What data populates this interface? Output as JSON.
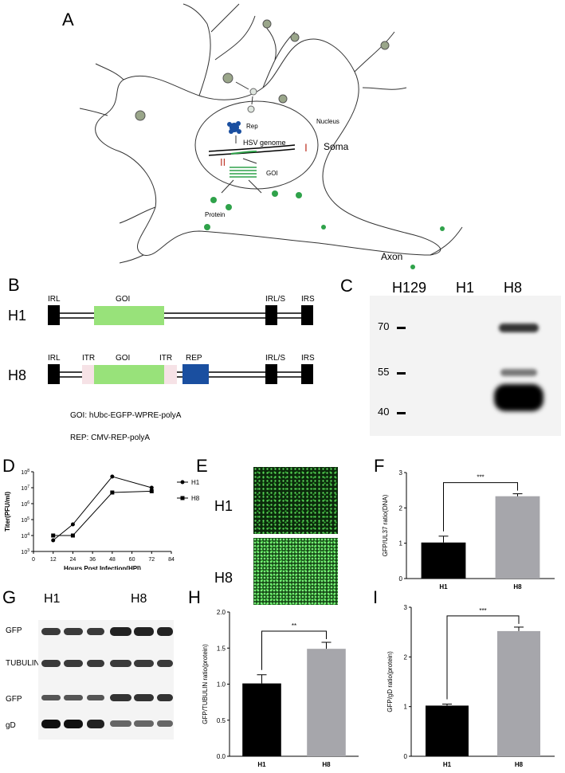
{
  "panels": {
    "A": {
      "letter": "A",
      "labels": {
        "rep": "Rep",
        "hsv_genome": "HSV genome",
        "nucleus": "Nucleus",
        "soma": "Soma",
        "goi": "GOI",
        "protein": "Protein",
        "axon": "Axon",
        "roman_one": "I",
        "roman_two": "II"
      }
    },
    "B": {
      "letter": "B",
      "constructs": [
        {
          "name": "H1",
          "labels": {
            "irl": "IRL",
            "goi": "GOI",
            "irls": "IRL/S",
            "irs": "IRS"
          }
        },
        {
          "name": "H8",
          "labels": {
            "irl": "IRL",
            "itr1": "ITR",
            "goi": "GOI",
            "itr2": "ITR",
            "rep": "REP",
            "irls": "IRL/S",
            "irs": "IRS"
          }
        }
      ],
      "legend": {
        "goi": "GOI:  hUbc-EGFP-WPRE-polyA",
        "rep": "REP: CMV-REP-polyA"
      },
      "colors": {
        "goi": "#98e27a",
        "rep": "#1a4fa0",
        "itr": "#f6e2e6",
        "block": "#000000"
      }
    },
    "C": {
      "letter": "C",
      "lanes": [
        "H129",
        "H1",
        "H8"
      ],
      "markers": [
        "70",
        "55",
        "40"
      ]
    },
    "D": {
      "letter": "D"
    },
    "E": {
      "letter": "E",
      "rows": [
        "H1",
        "H8"
      ]
    },
    "F": {
      "letter": "F"
    },
    "G": {
      "letter": "G",
      "groups": [
        "H1",
        "H8"
      ],
      "rows": [
        "GFP",
        "TUBULIN",
        "GFP",
        "gD"
      ]
    },
    "H": {
      "letter": "H"
    },
    "I": {
      "letter": "I"
    }
  },
  "chart_data": [
    {
      "id": "D",
      "type": "line",
      "xlabel": "Hours Post Infection(HPI)",
      "ylabel": "Titer(PFU/ml)",
      "x": [
        12,
        24,
        48,
        72
      ],
      "xticks": [
        "0",
        "12",
        "24",
        "36",
        "48",
        "60",
        "72",
        "84"
      ],
      "yticks": [
        "10^3",
        "10^4",
        "10^5",
        "10^6",
        "10^7",
        "10^8"
      ],
      "xlim": [
        0,
        84
      ],
      "ylim_log10": [
        3,
        8
      ],
      "log_scale": true,
      "series": [
        {
          "name": "H1",
          "marker": "circle",
          "values": [
            5000,
            50000,
            50000000,
            10000000
          ]
        },
        {
          "name": "H8",
          "marker": "square",
          "values": [
            10000,
            10000,
            5000000,
            6000000
          ]
        }
      ],
      "legend": "right"
    },
    {
      "id": "F",
      "type": "bar",
      "ylabel": "GFP/UL37 ratio(DNA)",
      "categories": [
        "H1",
        "H8"
      ],
      "values": [
        1.02,
        2.33
      ],
      "errors": [
        0.18,
        0.07
      ],
      "yticks": [
        "0",
        "1",
        "2",
        "3"
      ],
      "ylim": [
        0,
        3
      ],
      "significance": "***",
      "colors": [
        "#000000",
        "#a6a6ab"
      ]
    },
    {
      "id": "H",
      "type": "bar",
      "ylabel": "GFP/TUBULIN ratio(protein)",
      "categories": [
        "H1",
        "H8"
      ],
      "values": [
        1.01,
        1.49
      ],
      "errors": [
        0.12,
        0.09
      ],
      "yticks": [
        "0.0",
        "0.5",
        "1.0",
        "1.5",
        "2.0"
      ],
      "ylim": [
        0,
        2
      ],
      "significance": "**",
      "colors": [
        "#000000",
        "#a6a6ab"
      ]
    },
    {
      "id": "I",
      "type": "bar",
      "ylabel": "GFP/gD ratio(protein)",
      "categories": [
        "H1",
        "H8"
      ],
      "values": [
        1.02,
        2.52
      ],
      "errors": [
        0.03,
        0.08
      ],
      "yticks": [
        "0",
        "1",
        "2",
        "3"
      ],
      "ylim": [
        0,
        3
      ],
      "significance": "***",
      "colors": [
        "#000000",
        "#a6a6ab"
      ]
    }
  ]
}
